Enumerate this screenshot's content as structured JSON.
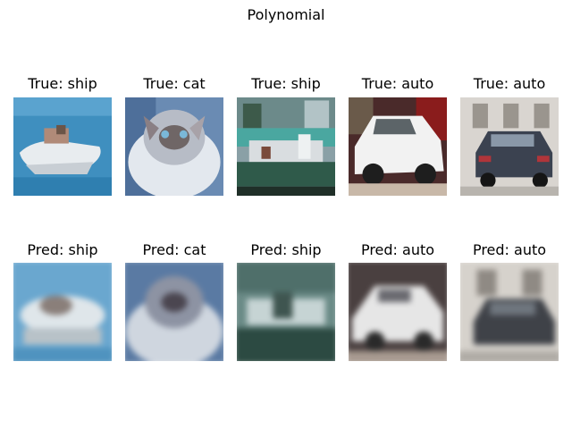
{
  "figure": {
    "title": "Polynomial"
  },
  "true_labels": [
    "True: ship",
    "True: cat",
    "True: ship",
    "True: auto",
    "True: auto"
  ],
  "pred_labels": [
    "Pred: ship",
    "Pred: cat",
    "Pred: ship",
    "Pred: auto",
    "Pred: auto"
  ],
  "colors": {
    "sea": "#3f8fbf",
    "boat_hull": "#e8ecef",
    "cat_fur": "#d7dde6",
    "ship_hull": "#2f5a4a",
    "car_white": "#f2f2f2",
    "car_dark": "#3b4250"
  }
}
